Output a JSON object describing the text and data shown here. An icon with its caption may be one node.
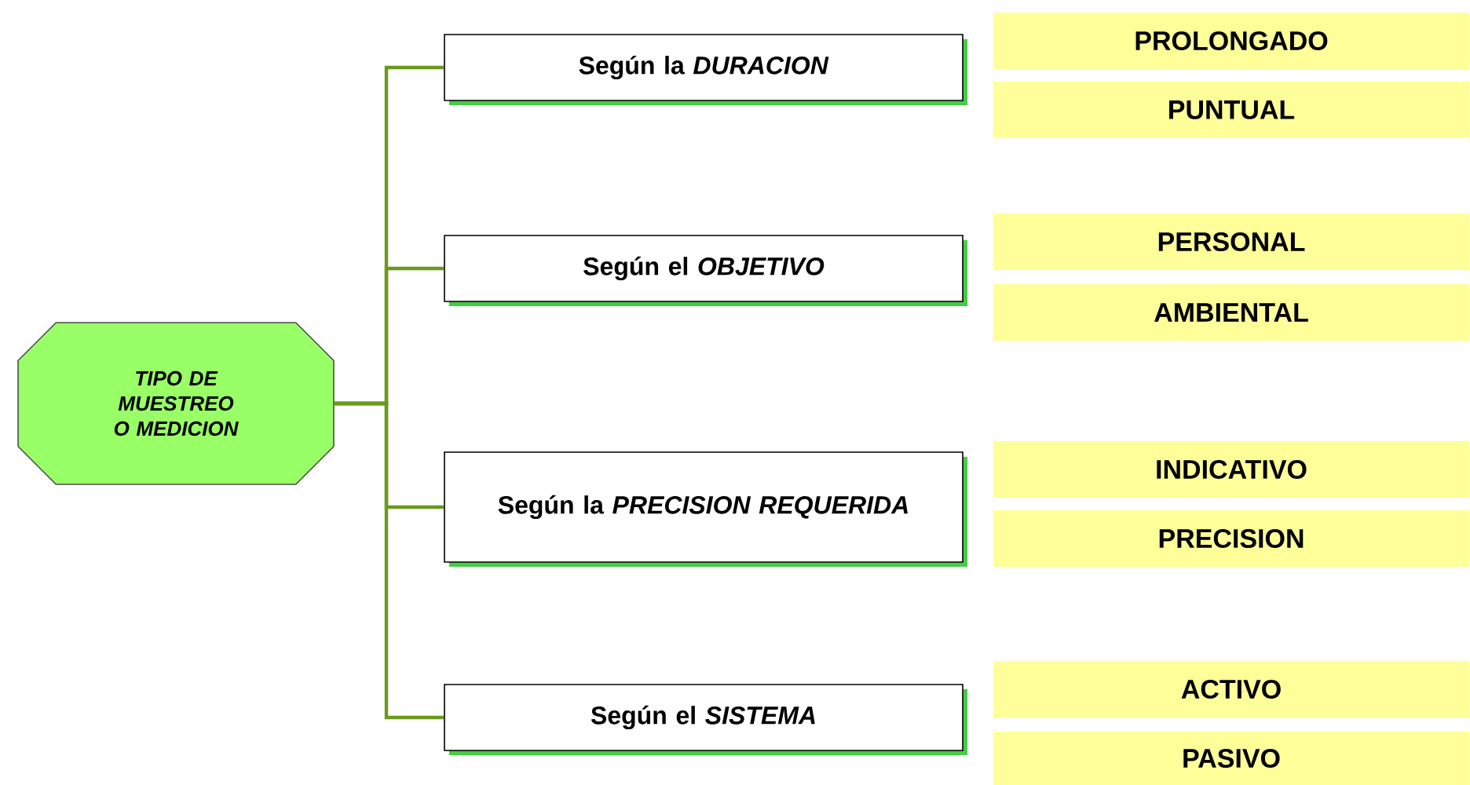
{
  "diagram": {
    "nodes": [
      {
        "text": [
          "TIPO DE MUESTREO O MEDICION"
        ]
      },
      {
        "text": [
          "Según la *DURACION*"
        ]
      },
      {
        "text": [
          "Según el *OBJETIVO*"
        ]
      },
      {
        "text": [
          "Según la *PRECISION REQUERIDA*"
        ]
      },
      {
        "text": [
          "Según el *SISTEMA*"
        ]
      },
      {
        "text": [
          "PROLONGADO"
        ]
      },
      {
        "text": [
          "PUNTUAL"
        ]
      },
      {
        "text": [
          "PERSONAL"
        ]
      },
      {
        "text": [
          "AMBIENTAL"
        ]
      },
      {
        "text": [
          "INDICATIVO"
        ]
      },
      {
        "text": [
          "PRECISION"
        ]
      },
      {
        "text": [
          "ACTIVO"
        ]
      },
      {
        "text": [
          "PASIVO"
        ]
      }
    ],
    "edges": [
      {
        "from": 0,
        "to": 1,
        "arrow": "none"
      },
      {
        "from": 0,
        "to": 2,
        "arrow": "none"
      },
      {
        "from": 0,
        "to": 3,
        "arrow": "none"
      },
      {
        "from": 0,
        "to": 4,
        "arrow": "none"
      }
    ]
  }
}
